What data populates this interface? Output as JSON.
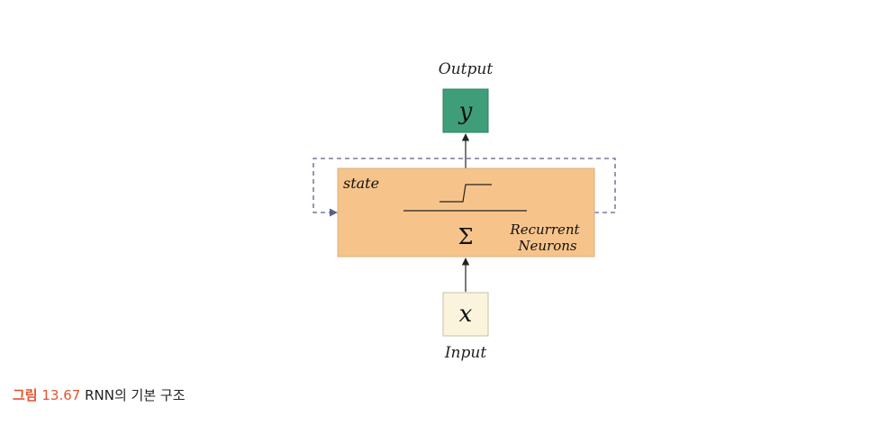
{
  "diagram": {
    "output_label": "Output",
    "output_symbol": "y",
    "input_label": "Input",
    "input_symbol": "x",
    "state_label": "state",
    "sum_symbol": "Σ",
    "neuron_label_line1": "Recurrent",
    "neuron_label_line2": "Neurons"
  },
  "caption": {
    "figure_label": "그림",
    "figure_number": "13.67",
    "text": "RNN의 기본 구조"
  },
  "colors": {
    "output_box": "#3f9e7a",
    "input_box": "#fbf4dc",
    "neuron_box": "#f6c48b",
    "neuron_border": "#d8b07f",
    "recurrent_line": "#5a5f8c",
    "caption_accent": "#e2542f"
  }
}
